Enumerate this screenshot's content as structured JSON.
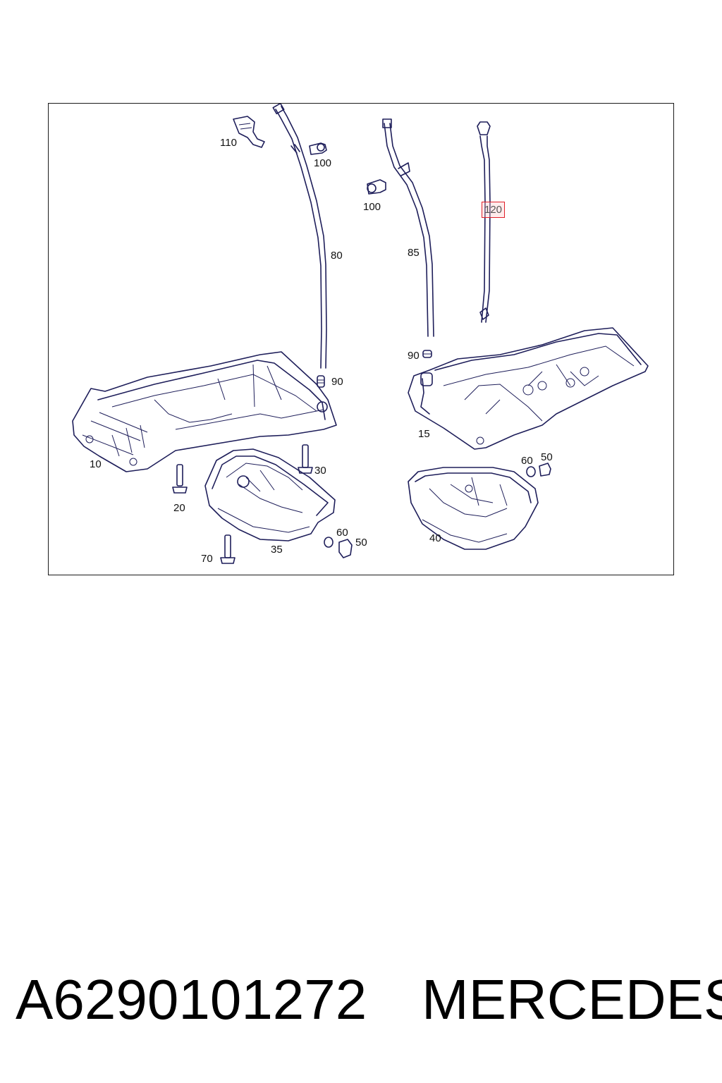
{
  "diagram": {
    "labels": {
      "l110": "110",
      "l100a": "100",
      "l100b": "100",
      "l120": "120",
      "l80": "80",
      "l85": "85",
      "l90a": "90",
      "l90b": "90",
      "l10": "10",
      "l15": "15",
      "l20": "20",
      "l30": "30",
      "l35": "35",
      "l40": "40",
      "l50a": "50",
      "l50b": "50",
      "l60a": "60",
      "l60b": "60",
      "l70": "70"
    },
    "highlight_color": "#e0202a",
    "line_color": "#1e1e5a"
  },
  "footer": {
    "part_number": "A6290101272",
    "brand": "MERCEDES"
  }
}
